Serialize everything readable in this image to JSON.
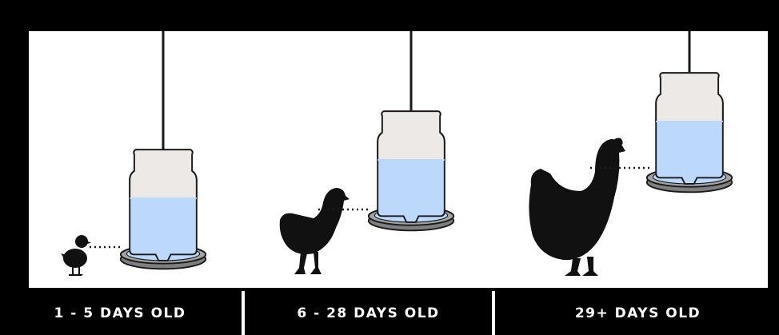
{
  "stages": [
    {
      "label": "1 - 5 DAYS OLD",
      "bird": "chick"
    },
    {
      "label": "6 - 28 DAYS OLD",
      "bird": "juvenile"
    },
    {
      "label": "29+ DAYS OLD",
      "bird": "hen"
    }
  ],
  "colors": {
    "background": "#000000",
    "panel": "#ffffff",
    "water": "#bcd9fb",
    "jar_top": "#ece9e6",
    "tray": "#8f8f8f",
    "tray_water": "#bcd9fb",
    "text": "#ffffff",
    "silhouette": "#111111"
  },
  "icons": [
    "waterer-icon",
    "chick-icon",
    "juvenile-chicken-icon",
    "hen-icon"
  ]
}
